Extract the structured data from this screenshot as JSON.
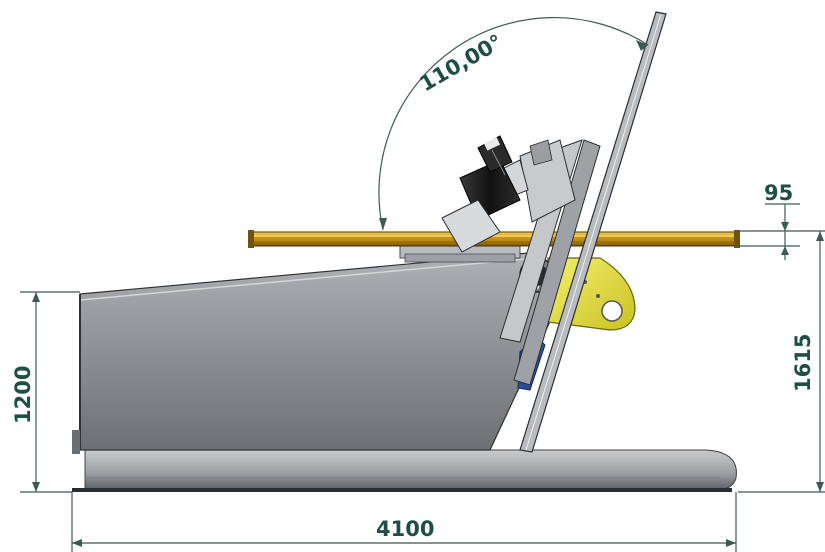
{
  "dimensions": {
    "angle": "110,00°",
    "offset": "95",
    "total_height": "1615",
    "base_height": "1200",
    "total_length": "4100"
  },
  "colors": {
    "dimension_text": "#1e4f45",
    "dimension_line": "#3b5a52",
    "body_gray": "#8e9296",
    "body_dark": "#5f6367",
    "bracket_yellow": "#e8e23a",
    "table_orange": "#d4a21a",
    "motor_black": "#1a1a1a",
    "cylinder_blue": "#2a4c9a"
  },
  "icons": [
    "tilting-positioner-drawing"
  ]
}
